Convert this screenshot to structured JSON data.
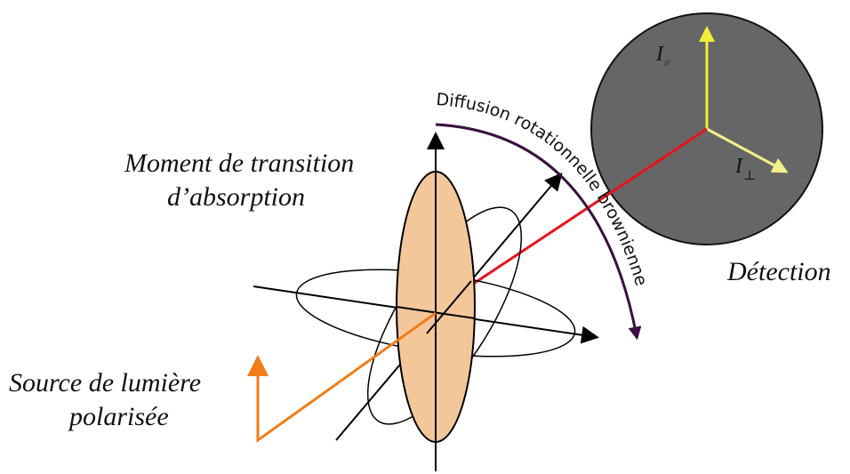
{
  "labels": {
    "moment_line1": "Moment de transition",
    "moment_line2": "d’absorption",
    "source_line1": "Source de lumière",
    "source_line2": "polarisée",
    "detection": "Détection",
    "diffusion": "Diffusion rotationnelle brownienne",
    "i_parallel": "I",
    "i_parallel_sub": "//",
    "i_perp": "I",
    "i_perp_sub": "⊥"
  },
  "colors": {
    "ellipse_fill": "#f3c79a",
    "detector_fill": "#666666",
    "detection_beam": "#e8121a",
    "source_beam": "#f07d1a",
    "detector_axes": "#f3f08a",
    "detector_axis_vertical": "#f2ee3a",
    "diffusion_arrow": "#3a0f3f"
  }
}
